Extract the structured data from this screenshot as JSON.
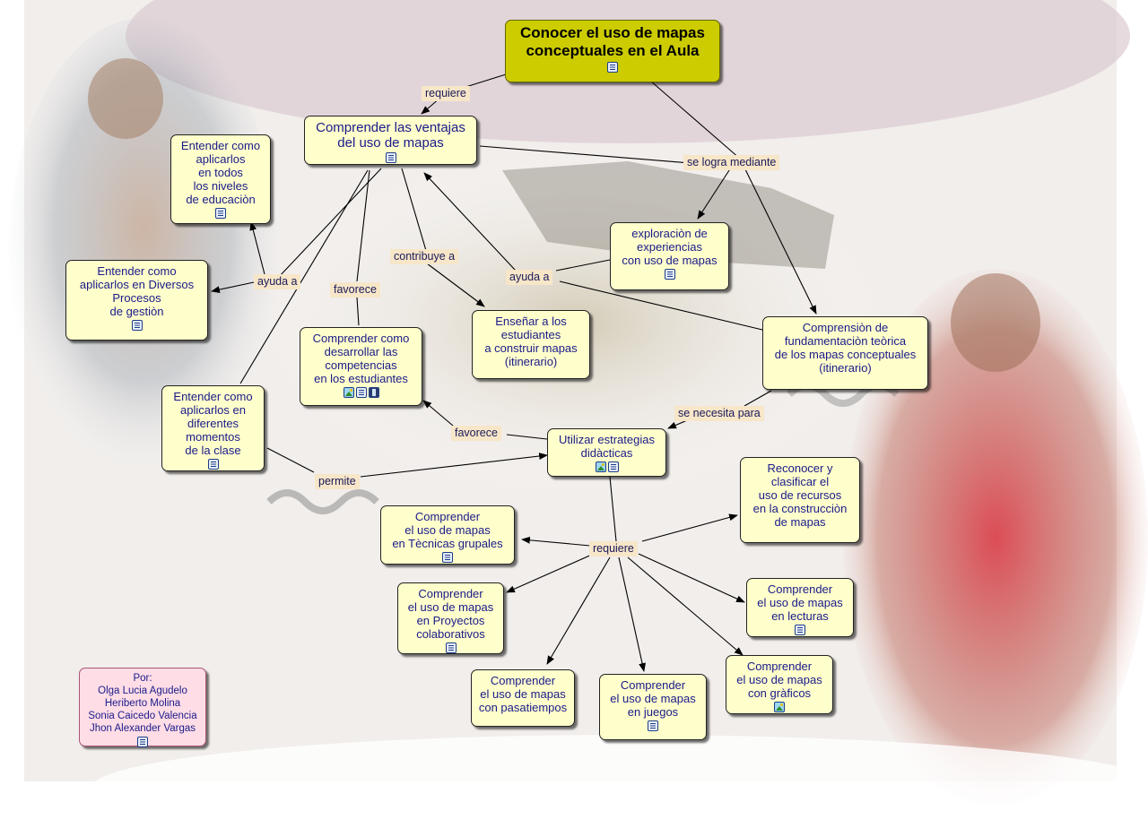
{
  "title": {
    "line1": "Conocer el uso de mapas",
    "line2": "conceptuales en el Aula"
  },
  "concepts": {
    "ventajas": "Comprender las ventajas\ndel uso de mapas",
    "niveles": "Entender como\naplicarlos\nen todos\nlos  niveles\nde educaciòn",
    "procesos": "Entender como\naplicarlos  en Diversos\nProcesos\nde gestiòn",
    "competencias": "Comprender como\ndesarrollar las\ncompetencias\nen los estudiantes",
    "ensenar": "Enseñar a los\nestudiantes\na construir mapas\n(itinerario)",
    "exploracion": "exploraciòn de\nexperiencias\ncon uso de mapas",
    "fundamentacion": "Comprensiòn de\nfundamentaciòn teòrica\nde los mapas conceptuales\n(itinerario)",
    "momentos": "Entender como\naplicarlos  en\ndiferentes\nmomentos\nde la clase",
    "estrategias": "Utilizar estrategias\ndidàcticas",
    "recursos": "Reconocer y\nclasificar el\nuso de recursos\nen la construcciòn\nde mapas",
    "grupales": "Comprender\nel uso de mapas\nen Tècnicas grupales",
    "proyectos": "Comprender\nel uso de mapas\nen Proyectos\ncolaborativos",
    "lecturas": "Comprender\nel uso de mapas\nen lecturas",
    "graficos": "Comprender\nel uso de mapas\ncon gràficos",
    "pasatiempos": "Comprender\nel uso de mapas\ncon pasatiempos",
    "juegos": "Comprender\nel uso de mapas\nen juegos",
    "authors": "Por:\nOlga Lucia Agudelo\nHeriberto Molina\nSonia Caicedo Valencia\nJhon Alexander Vargas"
  },
  "links": {
    "requiere_top": "requiere",
    "logra": "se  logra mediante",
    "contribuye": "contribuye a",
    "ayuda_right": "ayuda a",
    "ayuda_left": "ayuda a",
    "favorece_top": "favorece",
    "necesita": "se necesita para",
    "favorece_mid": "favorece",
    "permite": "permite",
    "requiere_bottom": "requiere"
  },
  "icons": {
    "title": [
      "doc"
    ],
    "ventajas": [
      "doc"
    ],
    "niveles": [
      "doc"
    ],
    "procesos": [
      "doc"
    ],
    "competencias": [
      "img",
      "doc",
      "film"
    ],
    "exploracion": [
      "doc"
    ],
    "momentos": [
      "doc"
    ],
    "estrategias": [
      "img",
      "doc"
    ],
    "grupales": [
      "doc"
    ],
    "proyectos": [
      "doc"
    ],
    "lecturas": [
      "doc"
    ],
    "graficos": [
      "img"
    ],
    "juegos": [
      "doc"
    ],
    "authors": [
      "doc"
    ]
  },
  "colors": {
    "node": "#ffffcc",
    "title": "#cccc00",
    "authors": "#ffdde6",
    "linking_phrase": "#f7e6c8",
    "text": "#1a1a8a"
  }
}
